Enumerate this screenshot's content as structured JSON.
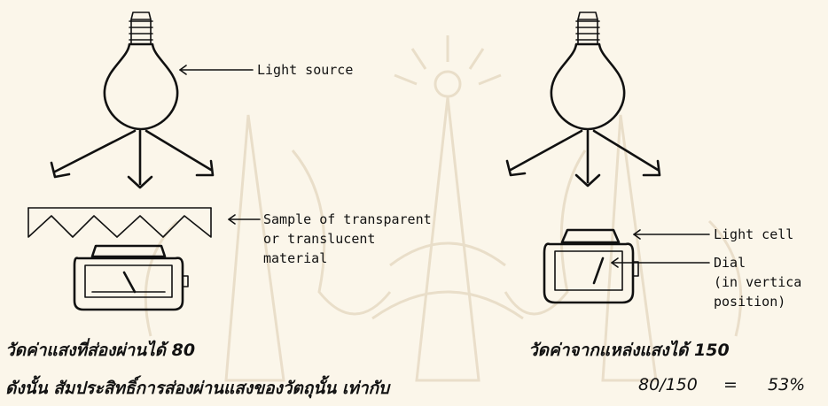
{
  "left_setup": {
    "light_source_label": "Light source",
    "sample_label_lines": [
      "Sample of transparent",
      "or translucent",
      "material"
    ]
  },
  "right_setup": {
    "light_cell_label": "Light cell",
    "dial_label_lines": [
      "Dial",
      "(in vertica",
      "position)"
    ]
  },
  "caption": {
    "left_reading": "วัดค่าแสงที่ส่องผ่านได้ 80",
    "right_reading": "วัดค่าจากแหล่งแสงได้ 150",
    "conclusion": "ดังนั้น สัมประสิทธิ์การส่องผ่านแสงของวัตถุนั้น เท่ากับ",
    "ratio": "80/150",
    "equals": "=",
    "result": "53%"
  }
}
